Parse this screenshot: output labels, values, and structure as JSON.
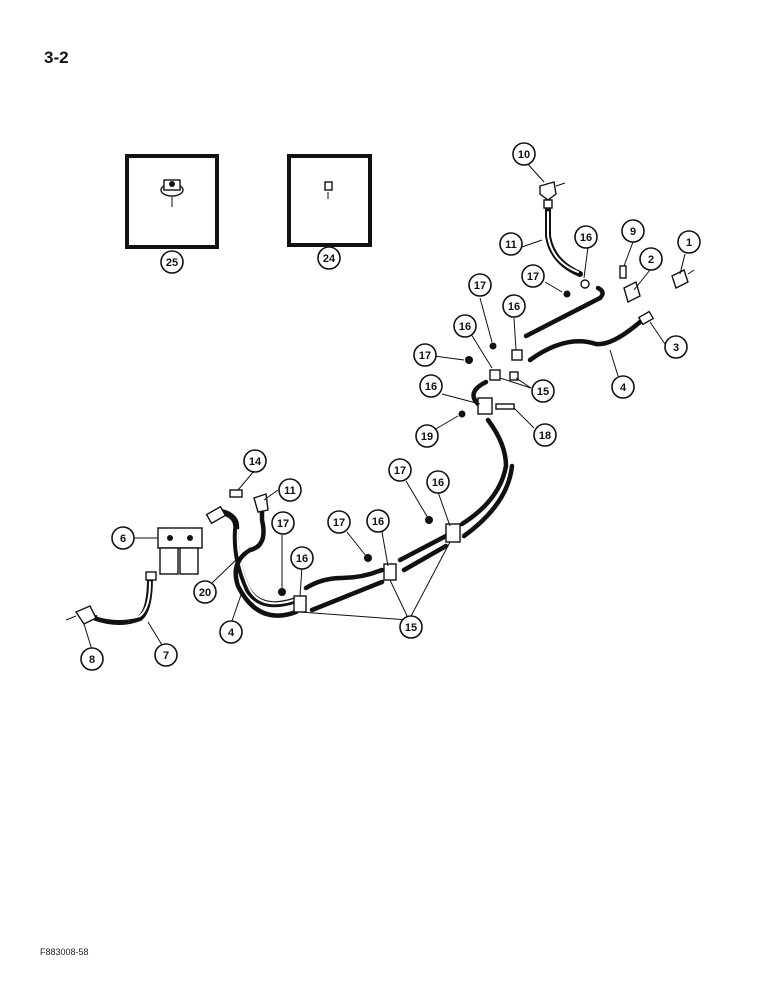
{
  "page": {
    "number": "3-2",
    "figure_code": "F883008-58"
  },
  "callouts": {
    "c1": "1",
    "c2": "2",
    "c3": "3",
    "c4a": "4",
    "c4b": "4",
    "c6": "6",
    "c7": "7",
    "c8": "8",
    "c9": "9",
    "c10": "10",
    "c11a": "11",
    "c11b": "11",
    "c14": "14",
    "c15a": "15",
    "c15b": "15",
    "c16a": "16",
    "c16b": "16",
    "c16c": "16",
    "c16d": "16",
    "c16e": "16",
    "c16f": "16",
    "c16g": "16",
    "c17a": "17",
    "c17b": "17",
    "c17c": "17",
    "c17d": "17",
    "c17e": "17",
    "c17f": "17",
    "c18": "18",
    "c19": "19",
    "c20": "20",
    "c24": "24",
    "c25": "25"
  }
}
